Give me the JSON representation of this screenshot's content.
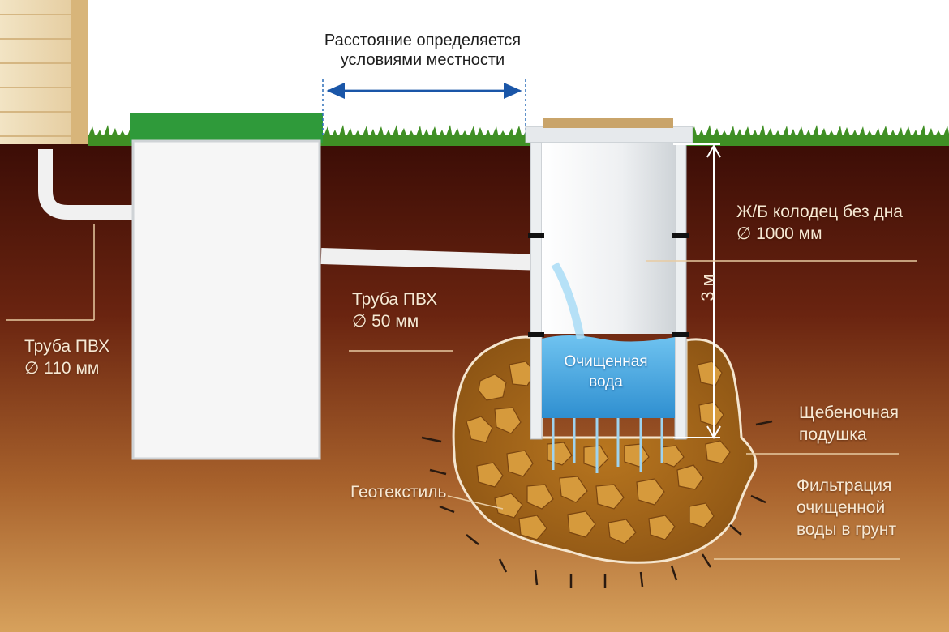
{
  "distance_note": {
    "line1": "Расстояние определяется",
    "line2": "условиями местности"
  },
  "well": {
    "line1": "Ж/Б колодец без дна",
    "line2": "∅ 1000 мм"
  },
  "depth_label": "3 м",
  "pipe_50": {
    "line1": "Труба ПВХ",
    "line2": "∅ 50 мм"
  },
  "pipe_110": {
    "line1": "Труба ПВХ",
    "line2": "∅ 110 мм"
  },
  "clean_water": {
    "line1": "Очищенная",
    "line2": "вода"
  },
  "gravel": {
    "line1": "Щебеночная",
    "line2": "подушка"
  },
  "geotextile": "Геотекстиль",
  "filtration": {
    "line1": "Фильтрация",
    "line2": "очищенной",
    "line3": "воды в грунт"
  },
  "colors": {
    "soil_top": "#4a1208",
    "soil_bottom": "#d9a056",
    "grass": "#3f8f24",
    "tank_lid": "#2f9a3a",
    "water": "#4aa6e0",
    "arrow": "#1a56a8"
  }
}
